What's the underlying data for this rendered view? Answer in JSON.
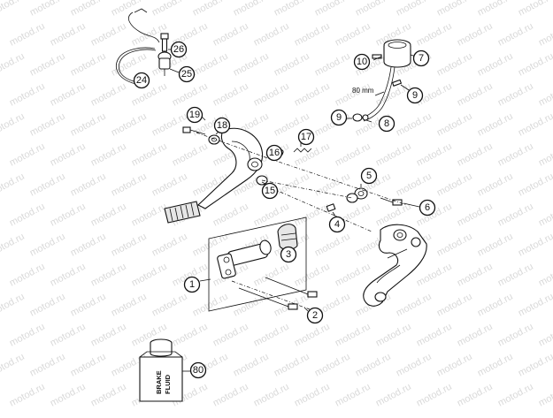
{
  "watermark": "motod.ru",
  "annotations": {
    "dimension": "80 mm",
    "container_label_line1": "BRAKE",
    "container_label_line2": "FLUID"
  },
  "callouts": [
    {
      "number": "1"
    },
    {
      "number": "2"
    },
    {
      "number": "3"
    },
    {
      "number": "4"
    },
    {
      "number": "5"
    },
    {
      "number": "6"
    },
    {
      "number": "7"
    },
    {
      "number": "8"
    },
    {
      "number": "9"
    },
    {
      "number": "9"
    },
    {
      "number": "10"
    },
    {
      "number": "15"
    },
    {
      "number": "16"
    },
    {
      "number": "17"
    },
    {
      "number": "18"
    },
    {
      "number": "19"
    },
    {
      "number": "24"
    },
    {
      "number": "25"
    },
    {
      "number": "26"
    },
    {
      "number": "80"
    }
  ]
}
